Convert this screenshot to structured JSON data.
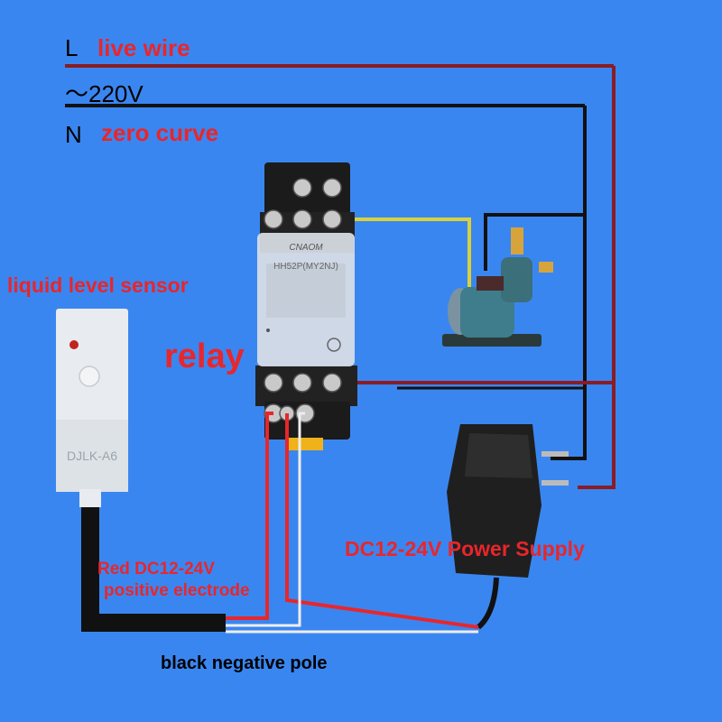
{
  "lines": {
    "live": {
      "letter": "L",
      "label": "live wire"
    },
    "voltage": {
      "label": "～220V"
    },
    "neutral": {
      "letter": "N",
      "label": "zero curve"
    }
  },
  "sensor": {
    "label": "liquid level sensor",
    "model": "DJLK-A6"
  },
  "relay": {
    "label": "relay",
    "brand": "CNAOM",
    "model": "HH52P(MY2NJ)"
  },
  "wires": {
    "red_label_1": "Red DC12-24V",
    "red_label_2": "positive electrode",
    "black_label": "black  negative pole"
  },
  "power_supply": {
    "label": "DC12-24V Power Supply"
  },
  "colors": {
    "background": "#3a86f0",
    "label_red": "#e8262b",
    "live_wire": "#8a1c24",
    "neutral_wire": "#111111",
    "signal_wire": "#d8d23a"
  }
}
